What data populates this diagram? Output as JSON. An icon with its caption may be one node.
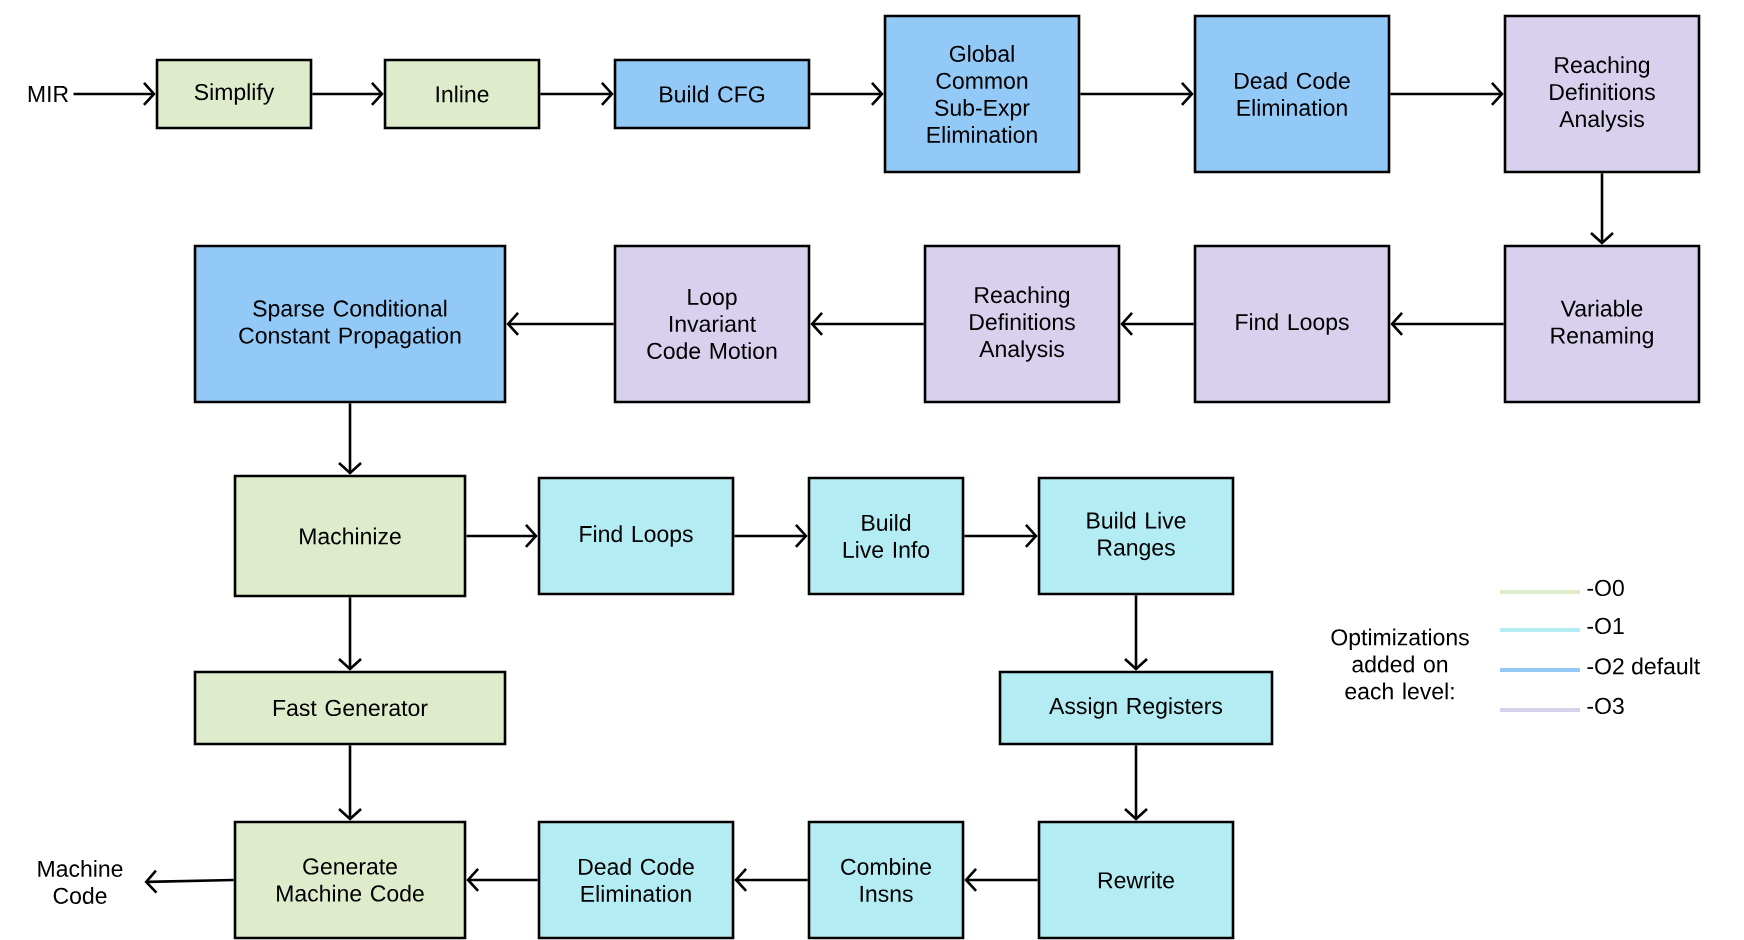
{
  "diagram": {
    "nodes": [
      {
        "text": [
          "MIR"
        ]
      },
      {
        "text": [
          "Simplify"
        ]
      },
      {
        "text": [
          "Inline"
        ]
      },
      {
        "text": [
          "Build CFG"
        ]
      },
      {
        "text": [
          "Global Common Sub-Expr Elimination"
        ]
      },
      {
        "text": [
          "Dead Code Elimination"
        ]
      },
      {
        "text": [
          "Reaching Definitions Analysis"
        ]
      },
      {
        "text": [
          "Variable Renaming"
        ]
      },
      {
        "text": [
          "Find Loops"
        ]
      },
      {
        "text": [
          "Reaching Definitions Analysis"
        ]
      },
      {
        "text": [
          "Loop Invariant Code Motion"
        ]
      },
      {
        "text": [
          "Sparse Conditional Constant Propagation"
        ]
      },
      {
        "text": [
          "Machinize"
        ]
      },
      {
        "text": [
          "Find Loops"
        ]
      },
      {
        "text": [
          "Build Live Info"
        ]
      },
      {
        "text": [
          "Build Live Ranges"
        ]
      },
      {
        "text": [
          "Fast Generator"
        ]
      },
      {
        "text": [
          "Assign Registers"
        ]
      },
      {
        "text": [
          "Rewrite"
        ]
      },
      {
        "text": [
          "Combine Insns"
        ]
      },
      {
        "text": [
          "Dead Code Elimination"
        ]
      },
      {
        "text": [
          "Generate Machine Code"
        ]
      },
      {
        "text": [
          "Machine Code"
        ]
      }
    ],
    "edges": [
      {
        "from": 0,
        "to": 1,
        "arrow": "to"
      },
      {
        "from": 1,
        "to": 2,
        "arrow": "to"
      },
      {
        "from": 2,
        "to": 3,
        "arrow": "to"
      },
      {
        "from": 3,
        "to": 4,
        "arrow": "to"
      },
      {
        "from": 4,
        "to": 5,
        "arrow": "to"
      },
      {
        "from": 5,
        "to": 6,
        "arrow": "to"
      },
      {
        "from": 6,
        "to": 7,
        "arrow": "to"
      },
      {
        "from": 7,
        "to": 8,
        "arrow": "to"
      },
      {
        "from": 8,
        "to": 9,
        "arrow": "to"
      },
      {
        "from": 9,
        "to": 10,
        "arrow": "to"
      },
      {
        "from": 10,
        "to": 11,
        "arrow": "to"
      },
      {
        "from": 11,
        "to": 12,
        "arrow": "to"
      },
      {
        "from": 12,
        "to": 13,
        "arrow": "to"
      },
      {
        "from": 13,
        "to": 14,
        "arrow": "to"
      },
      {
        "from": 14,
        "to": 15,
        "arrow": "to"
      },
      {
        "from": 12,
        "to": 16,
        "arrow": "to"
      },
      {
        "from": 15,
        "to": 17,
        "arrow": "to"
      },
      {
        "from": 17,
        "to": 18,
        "arrow": "to"
      },
      {
        "from": 18,
        "to": 19,
        "arrow": "to"
      },
      {
        "from": 19,
        "to": 20,
        "arrow": "to"
      },
      {
        "from": 20,
        "to": 21,
        "arrow": "to"
      },
      {
        "from": 16,
        "to": 21,
        "arrow": "to"
      },
      {
        "from": 21,
        "to": 22,
        "arrow": "to"
      }
    ],
    "labels": [
      "Optimizations added on each level:"
    ],
    "legend": [
      {
        "text": "-O0",
        "color": "#dfeccb"
      },
      {
        "text": "-O1",
        "color": "#b3ecf3"
      },
      {
        "text": "-O2 default",
        "color": "#92c9f7"
      },
      {
        "text": "-O3",
        "color": "#d9d0ee"
      }
    ]
  }
}
